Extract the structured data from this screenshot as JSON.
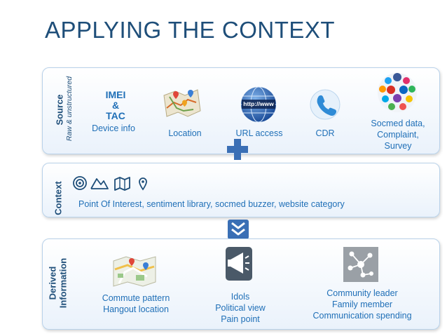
{
  "title": "APPLYING THE CONTEXT",
  "source": {
    "label": "Source",
    "sublabel": "Raw & unstructured",
    "imei_lines": [
      "IMEI",
      "&",
      "TAC"
    ],
    "items": {
      "device_info": "Device info",
      "location": "Location",
      "url_access": "URL access",
      "url_icon_text": "http://www",
      "cdr": "CDR",
      "socmed": [
        "Socmed data,",
        "Complaint,",
        "Survey"
      ]
    }
  },
  "context": {
    "label": "Context",
    "text": "Point Of Interest, sentiment library, socmed buzzer, website category"
  },
  "derived": {
    "label_lines": [
      "Derived",
      "Information"
    ],
    "commute": [
      "Commute pattern",
      "Hangout location"
    ],
    "idols": [
      "Idols",
      "Political view",
      "Pain point"
    ],
    "community": [
      "Community leader",
      "Family member",
      "Communication spending"
    ]
  },
  "colors": {
    "title": "#1e4e79",
    "accent": "#1f6fb7",
    "plus": "#3a6fb5",
    "panel_border": "#b9d2ea"
  }
}
